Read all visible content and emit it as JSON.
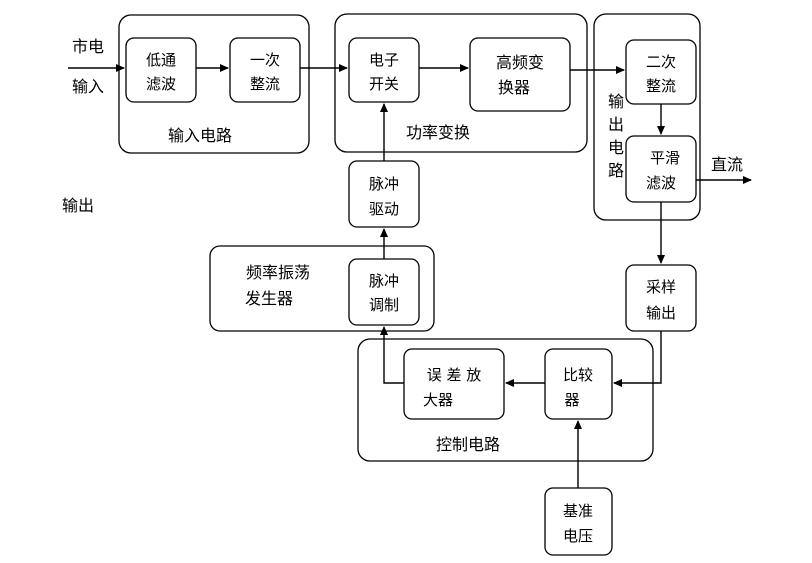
{
  "labels": {
    "mains_input": [
      "市电",
      "输入"
    ],
    "output_left": "输出",
    "dc_output": "直流"
  },
  "groups": {
    "input_circuit": "输入电路",
    "power_conversion": "功率变换",
    "output_circuit": [
      "输",
      "出",
      "电",
      "路"
    ],
    "oscillator": [
      "频率振荡",
      "发生器"
    ],
    "control_circuit": "控制电路"
  },
  "blocks": {
    "lowpass_filter": [
      "低通",
      "滤波"
    ],
    "primary_rectifier": [
      "一次",
      "整流"
    ],
    "electronic_switch": [
      "电子",
      "开关"
    ],
    "hf_transformer": [
      "高频变",
      "换器"
    ],
    "secondary_rectifier": [
      "二次",
      "整流"
    ],
    "smoothing_filter": [
      "平滑",
      "滤波"
    ],
    "pulse_driver": [
      "脉冲",
      "驱动"
    ],
    "pulse_modulation": [
      "脉冲",
      "调制"
    ],
    "sample_output": [
      "采样",
      "输出"
    ],
    "error_amplifier": [
      "误 差 放",
      "大器"
    ],
    "comparator": [
      "比较",
      "器"
    ],
    "reference_voltage": [
      "基准",
      "电压"
    ]
  }
}
